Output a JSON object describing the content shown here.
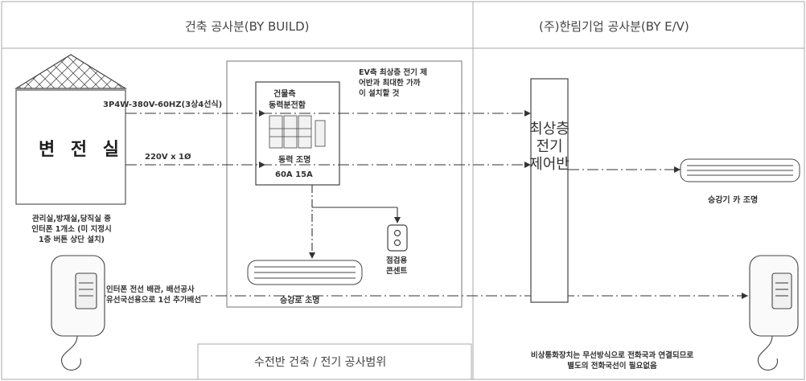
{
  "headers": {
    "left": "건축 공사분(BY BUILD)",
    "right": "(주)한림기업 공사분(BY E/V)"
  },
  "substation": {
    "label": "변 전 실",
    "power_3phase": "3P4W-380V-60HZ(3상4선식)",
    "power_single": "220V x 1Ø"
  },
  "panel": {
    "title_line1": "건물측",
    "title_line2": "동력분전함",
    "sub_line1": "동력 조명",
    "sub_line2": "60A 15A"
  },
  "ev_note": [
    "EV측 최상층 전기 제",
    "어반과 최대한 가까",
    "이 설치할 것"
  ],
  "hoistway_light": "승강로 조명",
  "outlet": [
    "점검용",
    "콘센트"
  ],
  "control_panel": [
    "최상층",
    "전기",
    "제어반"
  ],
  "car_light": "승강기 카 조명",
  "intercom_note": [
    "관리실,방재실,당직실 중",
    "인터폰 1개소 (미 지정시",
    "1층 버튼 상단 설치)"
  ],
  "wiring_note": [
    "인터폰 전선 배관, 배선공사",
    "유선국선용으로 1선 추가배선"
  ],
  "footer_scope": "수전반 건축 / 전기 공사범위",
  "emergency_note": [
    "비상통화장치는 무선방식으로 전화국과 연결되므로",
    "별도의 전화국선이 필요없음"
  ]
}
